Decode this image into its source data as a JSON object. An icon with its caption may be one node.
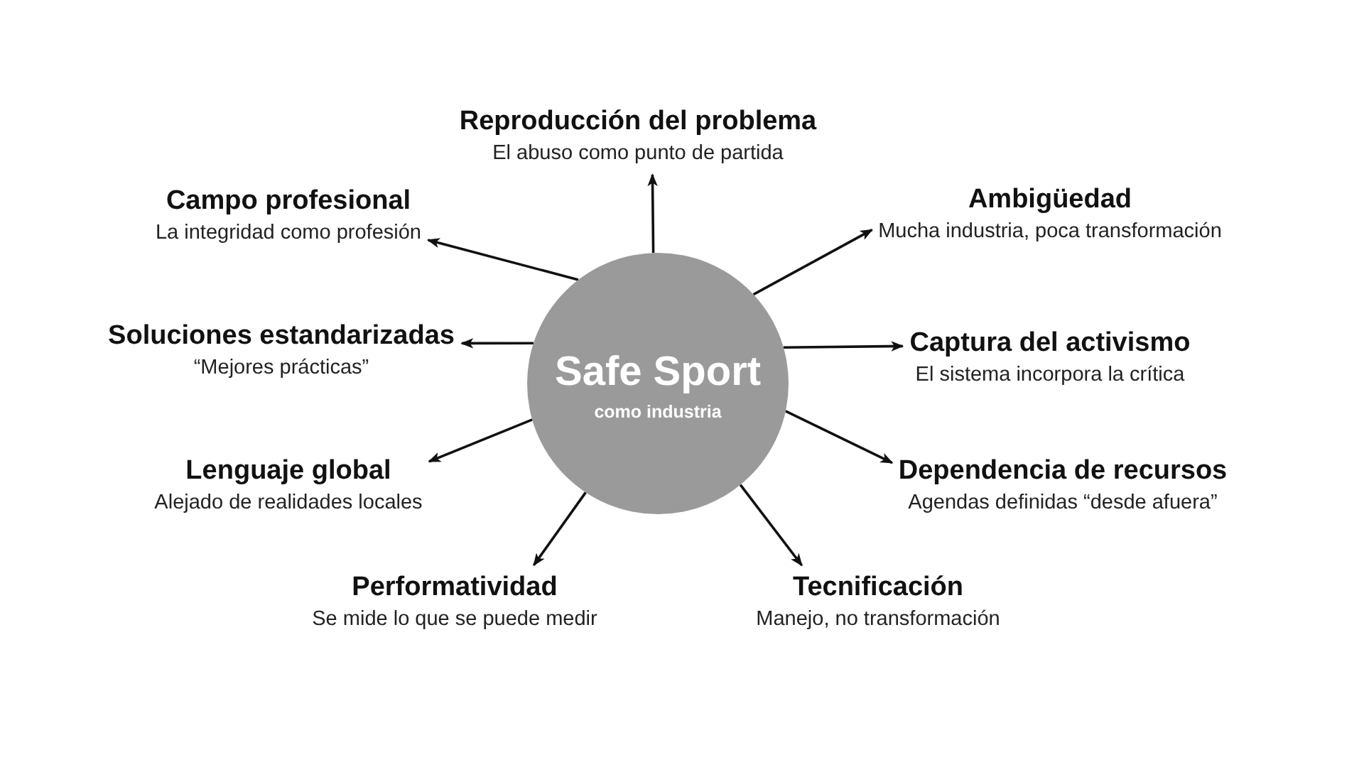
{
  "diagram": {
    "nodes": [
      {
        "text": [
          "Safe Sport",
          "como industria"
        ]
      },
      {
        "text": [
          "Reproducción del problema",
          "El abuso como punto de partida"
        ]
      },
      {
        "text": [
          "Campo profesional",
          "La integridad como profesión"
        ]
      },
      {
        "text": [
          "Ambigüedad",
          "Mucha industria, poca transformación"
        ]
      },
      {
        "text": [
          "Soluciones estandarizadas",
          "“Mejores prácticas”"
        ]
      },
      {
        "text": [
          "Captura del activismo",
          "El sistema incorpora la crítica"
        ]
      },
      {
        "text": [
          "Lenguaje global",
          "Alejado de realidades locales"
        ]
      },
      {
        "text": [
          "Dependencia de recursos",
          "Agendas definidas “desde afuera”"
        ]
      },
      {
        "text": [
          "Performatividad",
          "Se mide lo que se puede medir"
        ]
      },
      {
        "text": [
          "Tecnificación",
          "Manejo, no transformación"
        ]
      }
    ],
    "edges": [
      {
        "from": 0,
        "to": 1,
        "arrow": "to"
      },
      {
        "from": 0,
        "to": 2,
        "arrow": "to"
      },
      {
        "from": 0,
        "to": 3,
        "arrow": "to"
      },
      {
        "from": 0,
        "to": 4,
        "arrow": "to"
      },
      {
        "from": 0,
        "to": 5,
        "arrow": "to"
      },
      {
        "from": 0,
        "to": 6,
        "arrow": "to"
      },
      {
        "from": 0,
        "to": 7,
        "arrow": "to"
      },
      {
        "from": 0,
        "to": 8,
        "arrow": "to"
      },
      {
        "from": 0,
        "to": 9,
        "arrow": "to"
      }
    ]
  }
}
